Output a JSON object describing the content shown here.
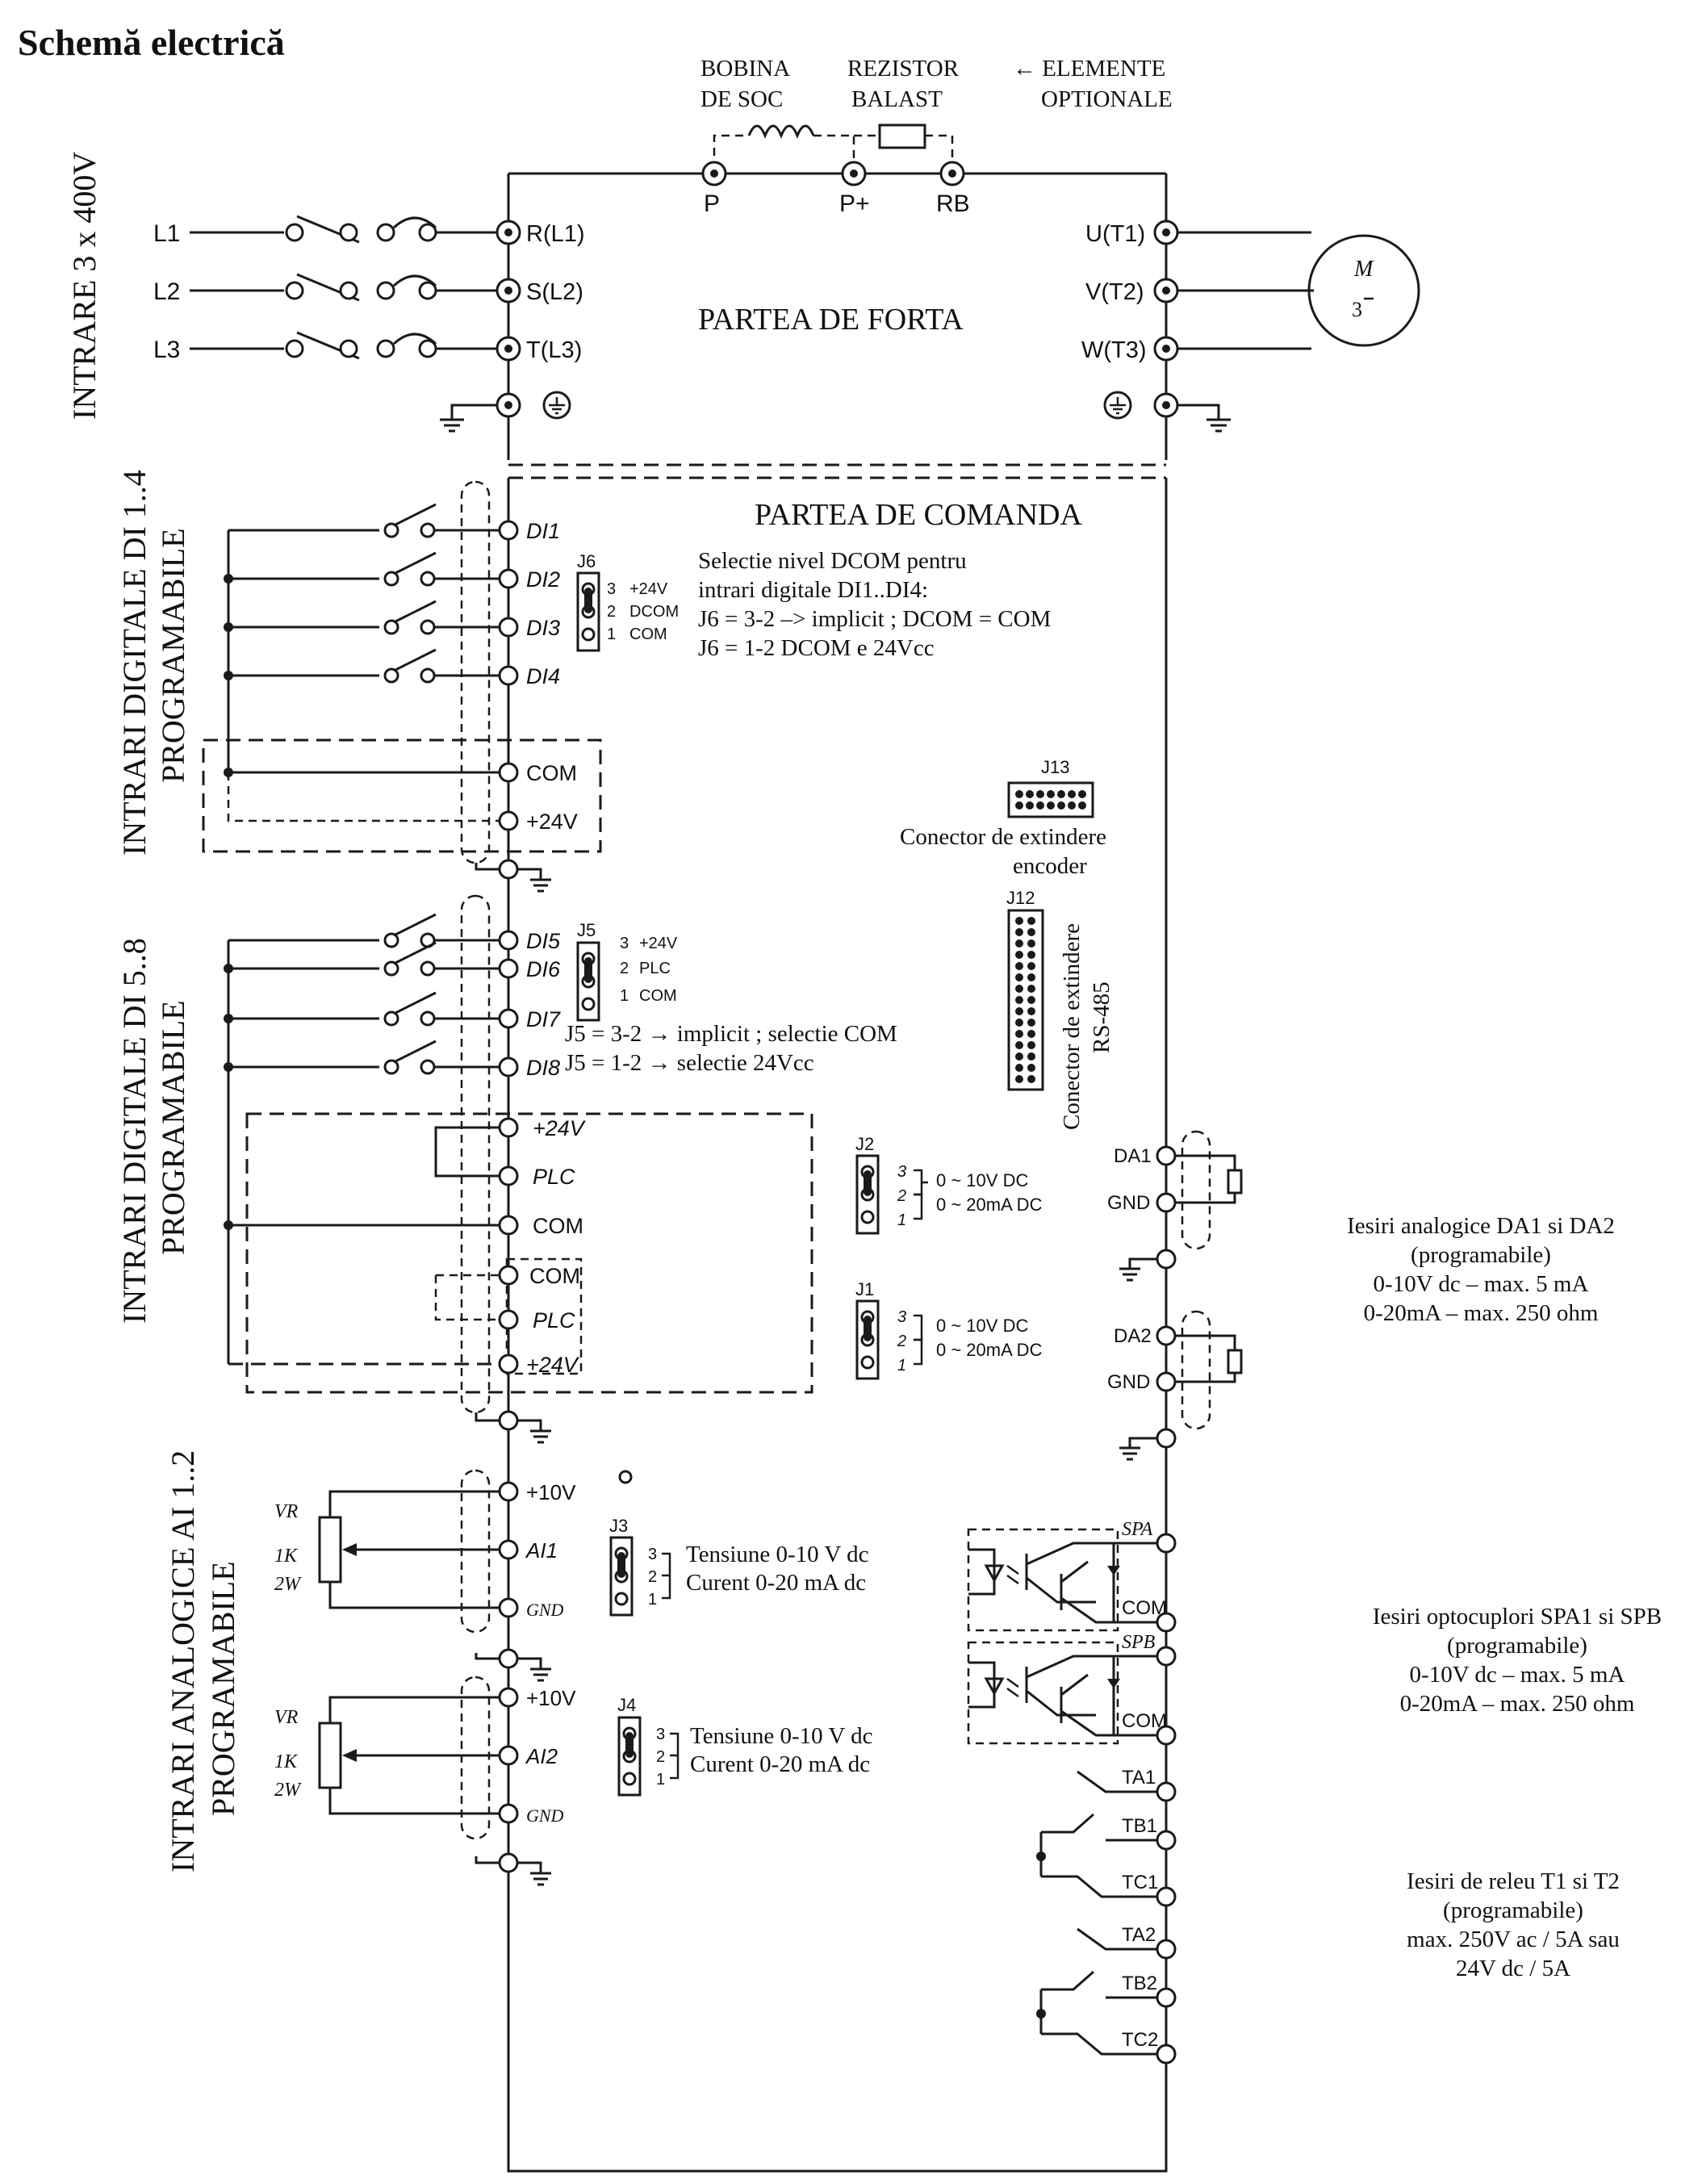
{
  "page_title": "Schemă electrică",
  "header": {
    "bobina": [
      "BOBINA",
      "DE SOC"
    ],
    "rezistor": [
      "REZISTOR",
      "BALAST"
    ],
    "optional": [
      "← ELEMENTE",
      "OPTIONALE"
    ]
  },
  "power": {
    "side_label": "INTRARE 3 x 400V",
    "section_title": "PARTEA DE FORTA",
    "lines": [
      "L1",
      "L2",
      "L3"
    ],
    "inputs": [
      "R(L1)",
      "S(L2)",
      "T(L3)"
    ],
    "outputs": [
      "U(T1)",
      "V(T2)",
      "W(T3)"
    ],
    "dc_terms": [
      "P",
      "P+",
      "RB"
    ],
    "motor": [
      "M",
      "3"
    ]
  },
  "control": {
    "section_title": "PARTEA DE COMANDA",
    "di14_label": [
      "INTRARI DIGITALE DI 1..4",
      "PROGRAMABILE"
    ],
    "di14_terms": [
      "DI1",
      "DI2",
      "DI3",
      "DI4",
      "COM",
      "+24V"
    ],
    "j6": {
      "name": "J6",
      "pins": [
        "3",
        "2",
        "1"
      ],
      "labels": [
        "+24V",
        "DCOM",
        "COM"
      ],
      "note": [
        "Selectie nivel DCOM pentru",
        "intrari digitale DI1..DI4:",
        "J6 = 3-2 –> implicit ; DCOM = COM",
        "J6 = 1-2  DCOM e 24Vcc"
      ]
    },
    "j13": {
      "name": "J13",
      "caption": [
        "Conector de extindere",
        "encoder"
      ]
    },
    "j12": {
      "name": "J12",
      "caption": [
        "Conector de extindere",
        "RS-485"
      ]
    },
    "di58_label": [
      "INTRARI DIGITALE DI 5..8",
      "PROGRAMABILE"
    ],
    "di58_terms": [
      "DI5",
      "DI6",
      "DI7",
      "DI8",
      "+24V",
      "PLC",
      "COM",
      "COM",
      "PLC",
      "+24V"
    ],
    "j5": {
      "name": "J5",
      "pins": [
        "3",
        "2",
        "1"
      ],
      "labels": [
        "+24V",
        "PLC",
        "COM"
      ],
      "note": [
        "J5 = 3-2 →  implicit ; selectie COM",
        "J5 = 1-2 →  selectie 24Vcc"
      ]
    },
    "j2": {
      "name": "J2",
      "pins": [
        "3",
        "2",
        "1"
      ],
      "labels": [
        "0  ~ 10V DC",
        "0 ~ 20mA DC"
      ]
    },
    "j1": {
      "name": "J1",
      "pins": [
        "3",
        "2",
        "1"
      ],
      "labels": [
        "0  ~ 10V DC",
        "0 ~ 20mA DC"
      ]
    },
    "da_terms": [
      "DA1",
      "GND",
      "DA2",
      "GND"
    ],
    "da_note": [
      "Iesiri analogice DA1 si DA2",
      "(programabile)",
      "0-10V dc – max. 5 mA",
      "0-20mA – max. 250 ohm"
    ],
    "ai_label": [
      "INTRARI ANALOGICE AI 1..2",
      "PROGRAMABILE"
    ],
    "ai1_terms": [
      "+10V",
      "AI1",
      "GND"
    ],
    "ai2_terms": [
      "+10V",
      "AI2",
      "GND"
    ],
    "pot_labels": [
      "VR",
      "1K",
      "2W"
    ],
    "j3": {
      "name": "J3",
      "pins": [
        "3",
        "2",
        "1"
      ],
      "labels": [
        "Tensiune 0-10 V dc",
        "Curent 0-20 mA dc"
      ]
    },
    "j4": {
      "name": "J4",
      "pins": [
        "3",
        "2",
        "1"
      ],
      "labels": [
        "Tensiune 0-10 V dc",
        "Curent 0-20 mA dc"
      ]
    },
    "opto_terms": [
      "SPA",
      "COM",
      "SPB",
      "COM"
    ],
    "opto_note": [
      "Iesiri optocuplori SPA1 si SPB",
      "(programabile)",
      "0-10V dc – max. 5 mA",
      "0-20mA – max. 250 ohm"
    ],
    "relay_terms": [
      "TA1",
      "TB1",
      "TC1",
      "TA2",
      "TB2",
      "TC2"
    ],
    "relay_note": [
      "Iesiri de releu T1 si T2",
      "(programabile)",
      "max. 250V ac / 5A sau",
      "24V dc / 5A"
    ]
  }
}
